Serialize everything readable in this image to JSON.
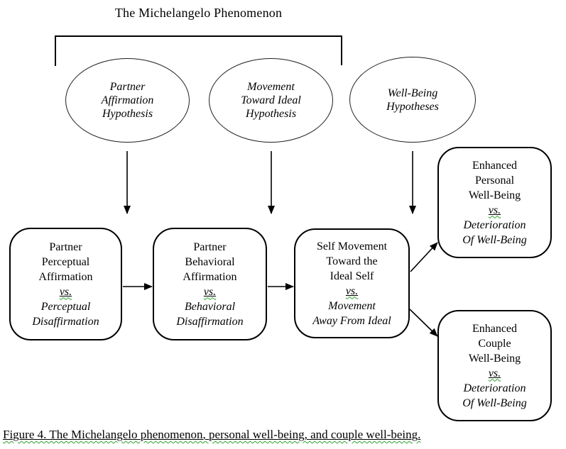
{
  "title": "The Michelangelo Phenomenon",
  "colors": {
    "ink": "#000000",
    "background": "#ffffff",
    "spellcheck_squiggle": "#2e9e2e"
  },
  "ellipses": [
    {
      "id": "partner-affirmation-hypothesis",
      "text": "Partner\nAffirmation\nHypothesis"
    },
    {
      "id": "movement-toward-ideal-hypothesis",
      "text": "Movement\nToward Ideal\nHypothesis"
    },
    {
      "id": "well-being-hypotheses",
      "text": "Well-Being\nHypotheses"
    }
  ],
  "boxes": [
    {
      "id": "partner-perceptual-affirmation",
      "head": "Partner\nPerceptual\nAffirmation",
      "vs": "vs.",
      "tail": "Perceptual\nDisaffirmation"
    },
    {
      "id": "partner-behavioral-affirmation",
      "head": "Partner\nBehavioral\nAffirmation",
      "vs": "vs.",
      "tail": "Behavioral\nDisaffirmation"
    },
    {
      "id": "self-movement-toward-ideal-self",
      "head": "Self Movement\nToward the\nIdeal Self",
      "vs": "vs.",
      "tail": "Movement\nAway From Ideal"
    },
    {
      "id": "enhanced-personal-well-being",
      "head": "Enhanced\nPersonal\nWell-Being",
      "vs": "vs.",
      "tail": "Deterioration\nOf Well-Being"
    },
    {
      "id": "enhanced-couple-well-being",
      "head": "Enhanced\nCouple\nWell-Being",
      "vs": "vs.",
      "tail": "Deterioration\nOf Well-Being"
    }
  ],
  "caption": "Figure 4. The Michelangelo phenomenon, personal well-being, and couple well-being."
}
